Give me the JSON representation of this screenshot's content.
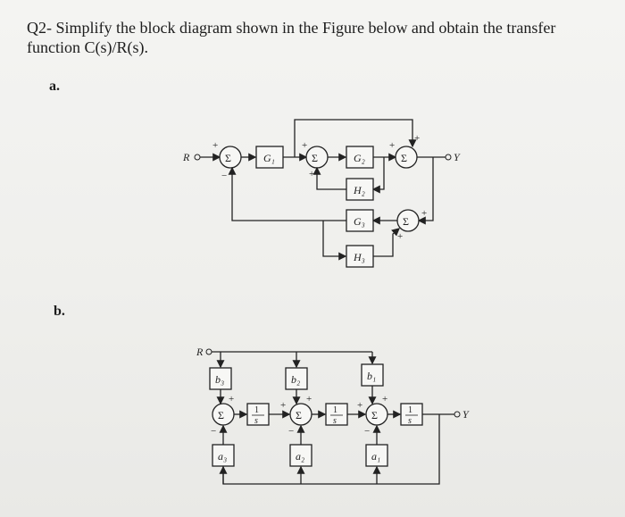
{
  "question": {
    "line1": "Q2- Simplify the block diagram shown in the Figure below and obtain the transfer",
    "line2": "function C(s)/R(s)."
  },
  "part_a": {
    "label": "a.",
    "input": "R",
    "output": "Y",
    "blocks": {
      "g1": "G₁",
      "g2": "G₂",
      "h2": "H₂",
      "g3": "G₃",
      "h3": "H₃"
    },
    "sum_symbol": "Σ"
  },
  "part_b": {
    "label": "b.",
    "input": "R",
    "output": "Y",
    "blocks": {
      "b3": "b₃",
      "b2": "b₂",
      "b1": "b₁",
      "a3": "a₃",
      "a2": "a₂",
      "a1": "a₁",
      "int_num": "1",
      "int_den": "s"
    },
    "sum_symbol": "Σ"
  }
}
